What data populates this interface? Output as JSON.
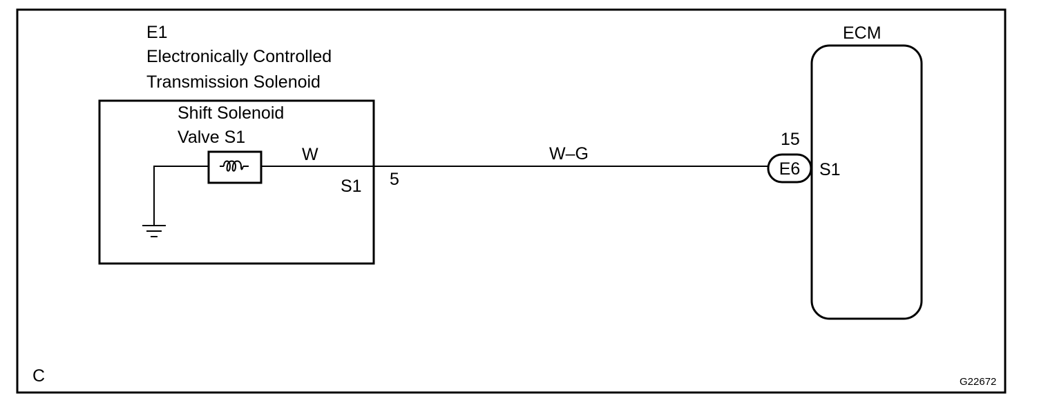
{
  "component": {
    "ref": "E1",
    "name_line1": "Electronically Controlled",
    "name_line2": "Transmission Solenoid",
    "valve_line1": "Shift Solenoid",
    "valve_line2": "Valve S1",
    "wire_internal": "W",
    "terminal_name": "S1",
    "pin": "5"
  },
  "harness": {
    "wire_color": "W–G"
  },
  "ecm": {
    "title": "ECM",
    "pin": "15",
    "connector": "E6",
    "terminal_name": "S1"
  },
  "footer": {
    "section_letter": "C",
    "figure_id": "G22672"
  }
}
